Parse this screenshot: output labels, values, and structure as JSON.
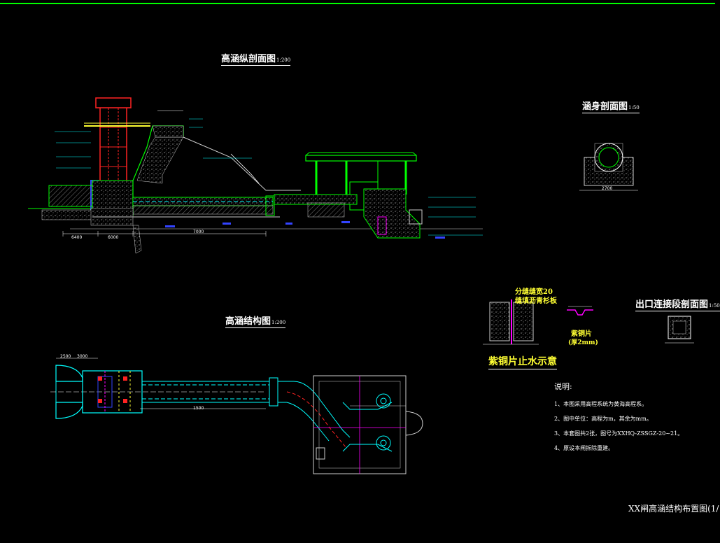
{
  "titles": {
    "longitudinal": "高涵纵剖面图",
    "longitudinal_scale": "1:200",
    "culvert_section": "涵身剖面图",
    "culvert_section_scale": "1:50",
    "structure": "高涵结构图",
    "structure_scale": "1:200",
    "outlet_section": "出口连接段剖面图",
    "outlet_section_scale": "1:50",
    "waterstop": "紫铜片止水示意",
    "sheet_title": "XX闸高涵结构布置图(1/"
  },
  "waterstop_labels": {
    "joint": "分缝缝宽20",
    "filler": "缝填沥青杉板",
    "copper": "紫铜片",
    "thickness": "(厚2mm)"
  },
  "notes": {
    "heading": "说明:",
    "items": [
      "1、本图采用高程系统为黄海高程系。",
      "2、图中单位：高程为m，其余为mm。",
      "3、本套图共2张，图号为XXHQ-ZSSGZ-20~21。",
      "4、原设本闸拆除重建。"
    ]
  },
  "dims": {
    "d6400": "6400",
    "d6000": "6000",
    "d7000": "7000",
    "d2700": "2700",
    "d2500": "2500",
    "d3000": "3000",
    "d1500": "1500"
  },
  "colors": {
    "background": "#000000",
    "frame_green": "#00ff00",
    "red": "#ff2222",
    "cyan": "#00ffff",
    "blue": "#3344ff",
    "yellow": "#ffff33",
    "magenta": "#ff00ff",
    "white": "#ffffff"
  }
}
